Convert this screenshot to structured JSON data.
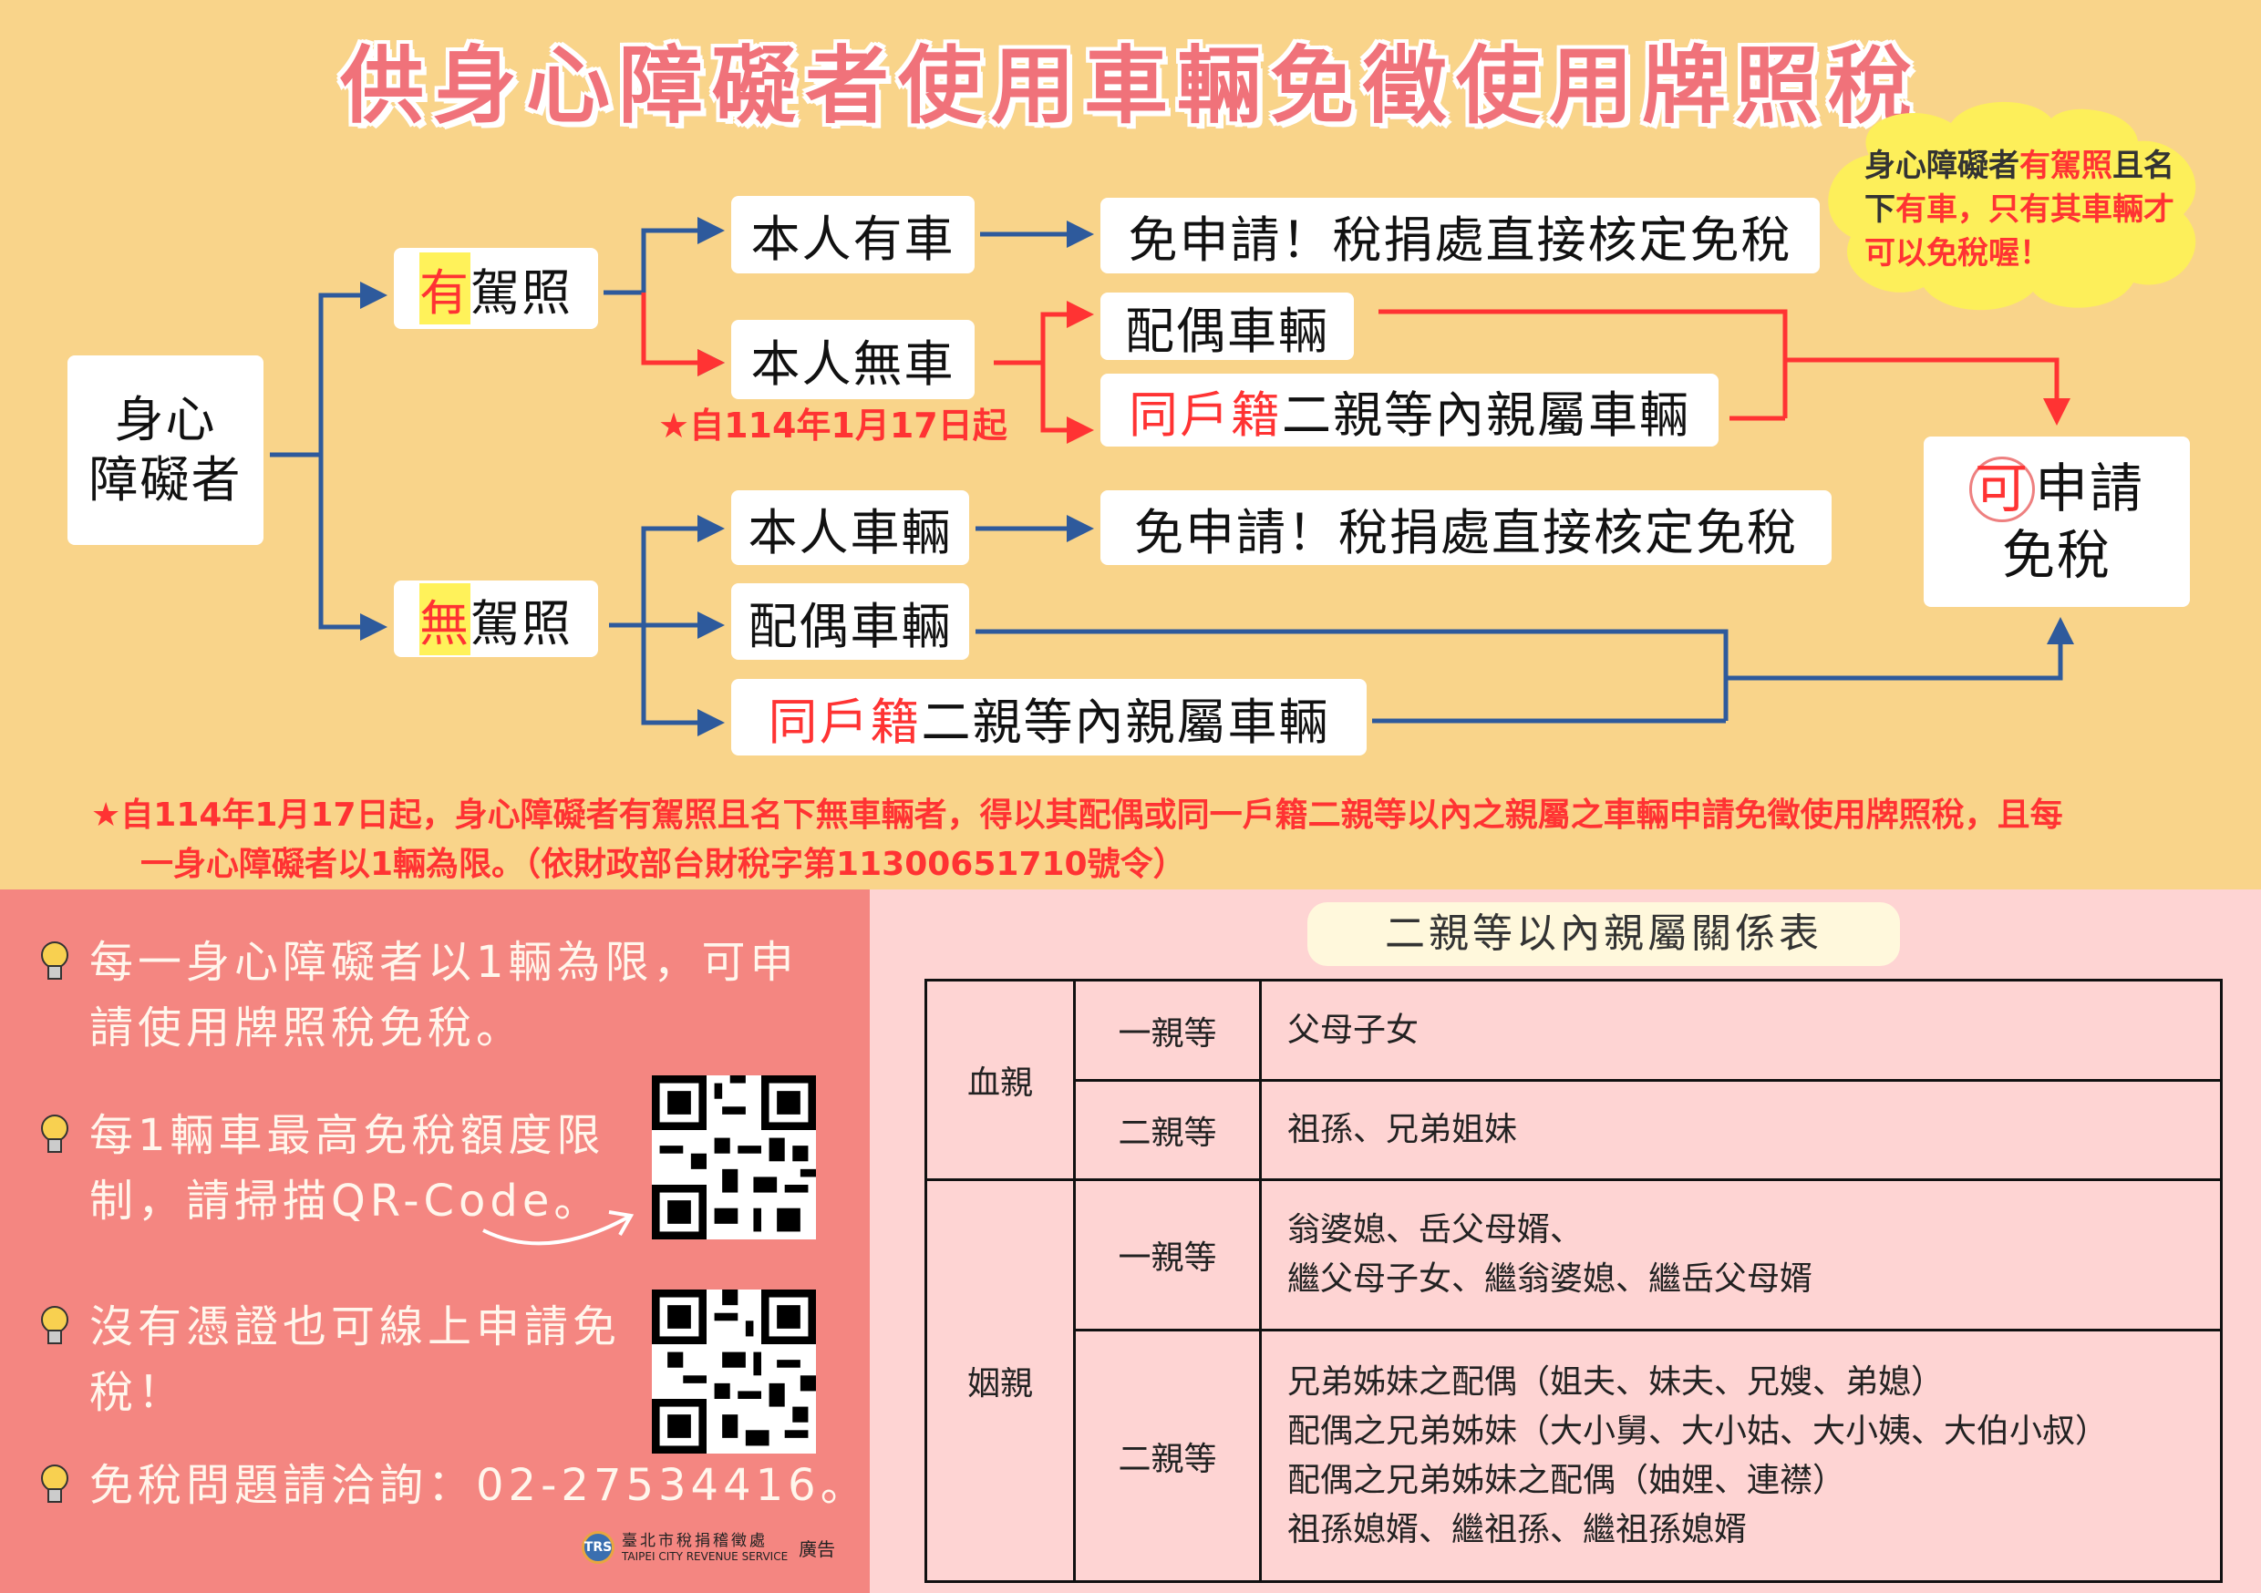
{
  "title": "供身心障礙者使用車輛免徵使用牌照稅",
  "blob_note": {
    "segments": [
      {
        "text": "身心障礙者",
        "red": false
      },
      {
        "text": "有駕照",
        "red": true
      },
      {
        "text": "且名下",
        "red": false
      },
      {
        "text": "有車，只有其車輛才可以免稅喔！",
        "red": true
      }
    ]
  },
  "flow": {
    "root": {
      "line1": "身心",
      "line2": "障礙者"
    },
    "has_license": {
      "highlight": "有",
      "rest": "駕照"
    },
    "no_license": {
      "highlight": "無",
      "rest": "駕照"
    },
    "own_car": "本人有車",
    "no_own_car": "本人無車",
    "exempt_direct_1": "免申請！稅捐處直接核定免稅",
    "spouse_car_1": "配偶車輛",
    "relative_car_1": {
      "red": "同戶籍",
      "rest": "二親等內親屬車輛"
    },
    "effective_note": "★自114年1月17日起",
    "own_vehicle": "本人車輛",
    "exempt_direct_2": "免申請！稅捐處直接核定免稅",
    "spouse_car_2": "配偶車輛",
    "relative_car_2": {
      "red": "同戶籍",
      "rest": "二親等內親屬車輛"
    },
    "can_apply": {
      "circled": "可",
      "line1_rest": "申請",
      "line2": "免稅"
    },
    "colors": {
      "blue_line": "#2e5a9c",
      "red_line": "#ff3333"
    }
  },
  "notice": {
    "line1": "★自114年1月17日起，身心障礙者有駕照且名下無車輛者，得以其配偶或同一戶籍二親等以內之親屬之車輛申請免徵使用牌照稅，且每",
    "line2": "一身心障礙者以1輛為限。（依財政部台財稅字第11300651710號令）"
  },
  "tips": [
    {
      "line1": "每一身心障礙者以1輛為限，可申",
      "line2": "請使用牌照稅免稅。"
    },
    {
      "line1": "每1輛車最高免稅額度限",
      "line2": "制，請掃描QR-Code。"
    },
    {
      "line1": "沒有憑證也可線上申請免",
      "line2": "稅！"
    },
    {
      "line1": "免稅問題請洽詢：02-27534416。",
      "line2": ""
    }
  ],
  "footer": {
    "org_name": "臺北市稅捐稽徵處",
    "org_name_en": "TAIPEI CITY REVENUE SERVICE",
    "logo_abbr": "TRS",
    "ad_label": "廣告"
  },
  "relation_table": {
    "title": "二親等以內親屬關係表",
    "groups": [
      {
        "kind": "血親",
        "rows": [
          {
            "degree": "一親等",
            "lines": [
              "父母子女"
            ]
          },
          {
            "degree": "二親等",
            "lines": [
              "祖孫、兄弟姐妹"
            ]
          }
        ]
      },
      {
        "kind": "姻親",
        "rows": [
          {
            "degree": "一親等",
            "lines": [
              "翁婆媳、岳父母婿、",
              "繼父母子女、繼翁婆媳、繼岳父母婿"
            ]
          },
          {
            "degree": "二親等",
            "lines": [
              "兄弟姊妹之配偶（姐夫、妹夫、兄嫂、弟媳）",
              "配偶之兄弟姊妹（大小舅、大小姑、大小姨、大伯小叔）",
              "配偶之兄弟姊妹之配偶（妯娌、連襟）",
              "祖孫媳婿、繼祖孫、繼祖孫媳婿"
            ]
          }
        ]
      }
    ]
  }
}
